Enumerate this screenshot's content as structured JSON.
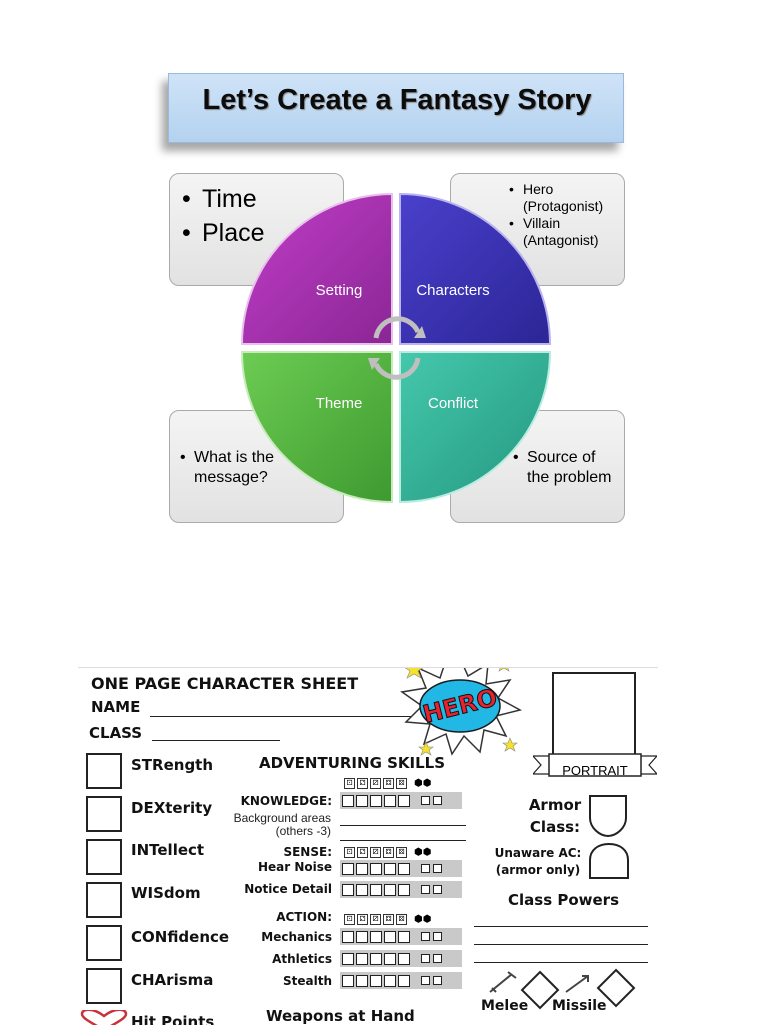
{
  "diagram": {
    "title": "Let’s Create a Fantasy Story",
    "setting": {
      "label": "Setting",
      "items": [
        "Time",
        "Place"
      ],
      "color": "#9b2fa6"
    },
    "characters": {
      "label": "Characters",
      "items": [
        "Hero (Protagonist)",
        "Villain (Antagonist)"
      ],
      "color": "#3a34b8"
    },
    "theme": {
      "label": "Theme",
      "items": [
        "What is the message?"
      ],
      "color": "#52b441"
    },
    "conflict": {
      "label": "Conflict",
      "items": [
        "Source of the problem"
      ],
      "color": "#2fb39a"
    }
  },
  "sheet": {
    "title": "ONE PAGE CHARACTER SHEET",
    "name_label": "NAME",
    "class_label": "CLASS",
    "badge": "HERO",
    "portrait_label": "PORTRAIT",
    "stats": [
      "STRength",
      "DEXterity",
      "INTellect",
      "WISdom",
      "CONfidence",
      "CHArisma"
    ],
    "hit_points": "Hit Points",
    "skills_title": "ADVENTURING SKILLS",
    "knowledge": {
      "label": "KNOWLEDGE:",
      "sub": "Background areas (others -3)"
    },
    "sense": {
      "label": "SENSE:",
      "items": [
        "Hear Noise",
        "Notice Detail"
      ]
    },
    "action": {
      "label": "ACTION:",
      "items": [
        "Mechanics",
        "Athletics",
        "Stealth"
      ]
    },
    "weapons": "Weapons at Hand",
    "armor_class": "Armor Class:",
    "unaware_ac": "Unaware AC: (armor only)",
    "class_powers": "Class Powers",
    "melee": "Melee",
    "missile": "Missile"
  }
}
